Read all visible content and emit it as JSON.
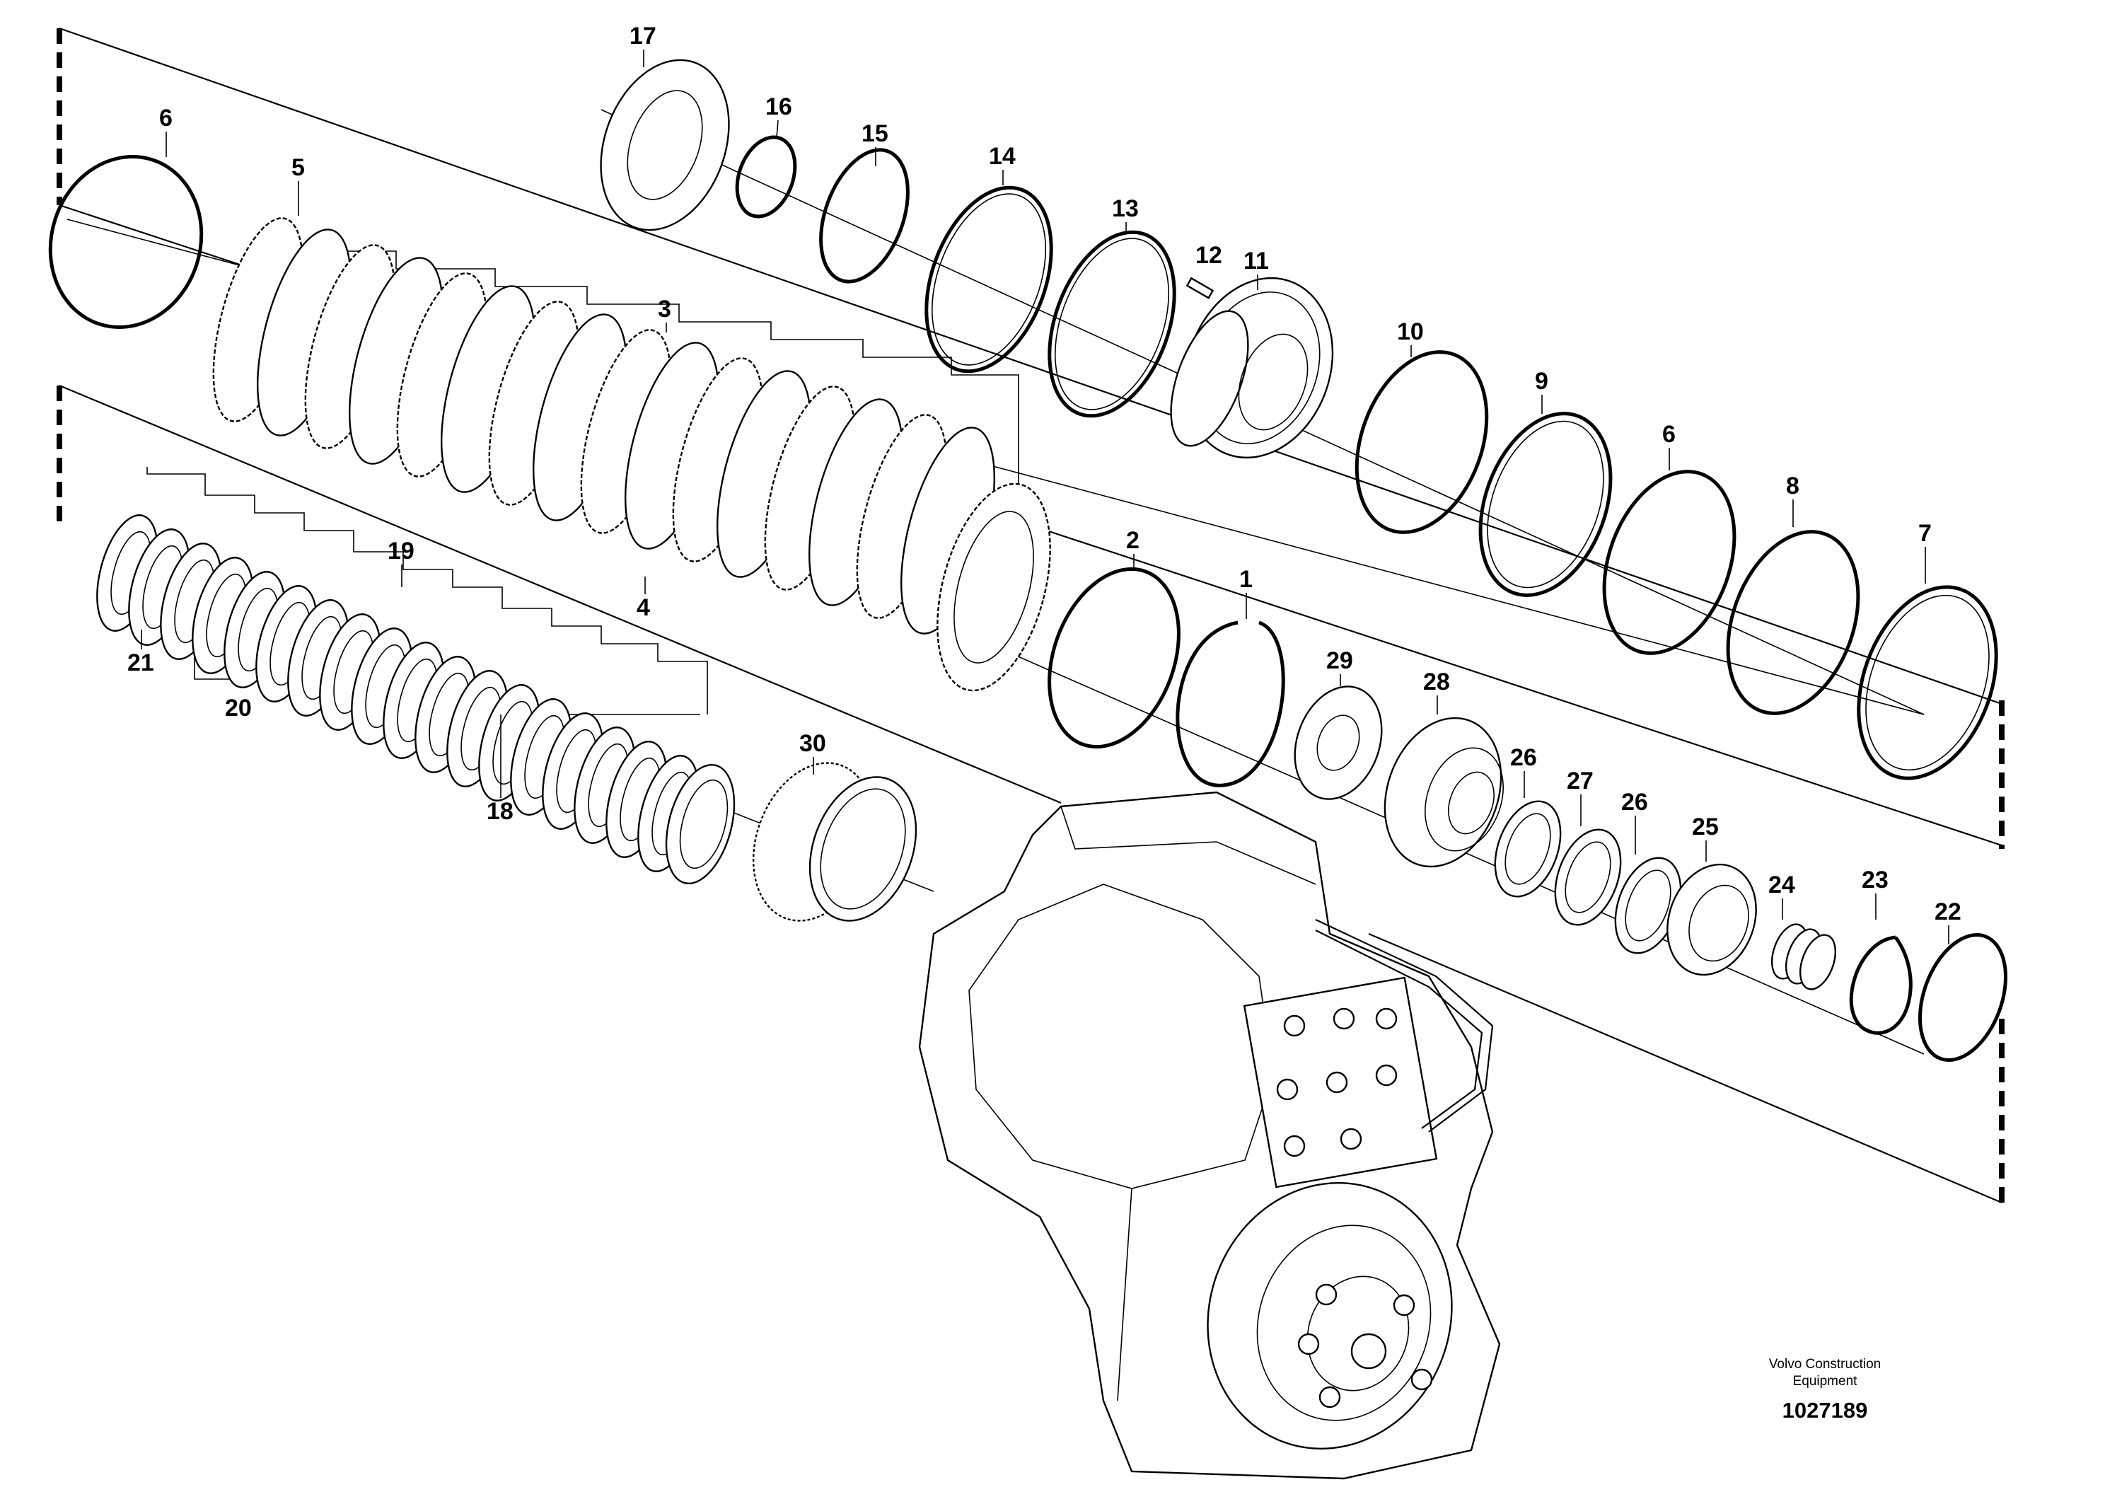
{
  "parts": {
    "p1": "1",
    "p2": "2",
    "p3": "3",
    "p4": "4",
    "p5": "5",
    "p6a": "6",
    "p6b": "6",
    "p7": "7",
    "p8": "8",
    "p9": "9",
    "p10": "10",
    "p11": "11",
    "p12": "12",
    "p13": "13",
    "p14": "14",
    "p15": "15",
    "p16": "16",
    "p17": "17",
    "p18": "18",
    "p19": "19",
    "p20": "20",
    "p21": "21",
    "p22": "22",
    "p23": "23",
    "p24": "24",
    "p25": "25",
    "p26a": "26",
    "p26b": "26",
    "p27": "27",
    "p28": "28",
    "p29": "29",
    "p30": "30"
  },
  "footer": {
    "brand_line1": "Volvo Construction",
    "brand_line2": "Equipment",
    "doc_number": "1027189"
  }
}
